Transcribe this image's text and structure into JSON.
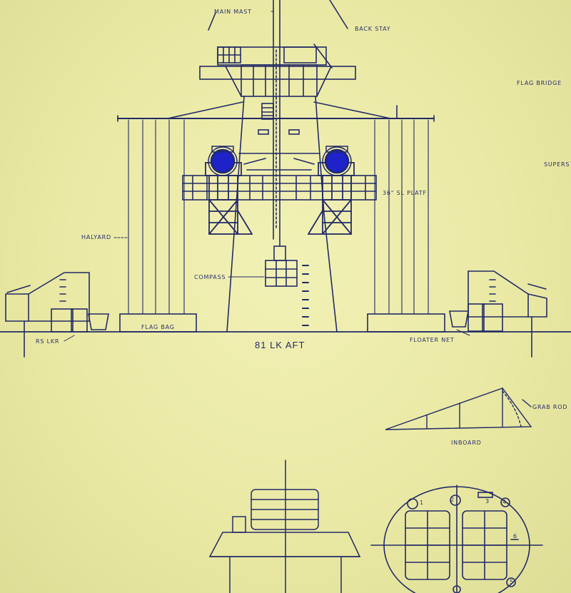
{
  "view_title": "81 LK AFT",
  "labels": {
    "main_mast": "MAIN MAST",
    "back_stay": "BACK STAY",
    "flag_bridge": "FLAG BRIDGE",
    "superstructure": "SUPERS",
    "searchlight_platform": "36\" SL PLATF",
    "halyard": "HALYARD",
    "compass": "COMPASS",
    "flag_bag": "FLAG BAG",
    "rs_locker": "RS LKR",
    "floater_net": "FLOATER NET",
    "grab_rod": "GRAB ROD",
    "inboard": "INBOARD"
  },
  "hatch_numbers": [
    "1",
    "2",
    "3",
    "4",
    "5",
    "6"
  ],
  "colors": {
    "paper": "#eceaa8",
    "ink": "#232a66",
    "searchlight": "#1d22c9"
  }
}
